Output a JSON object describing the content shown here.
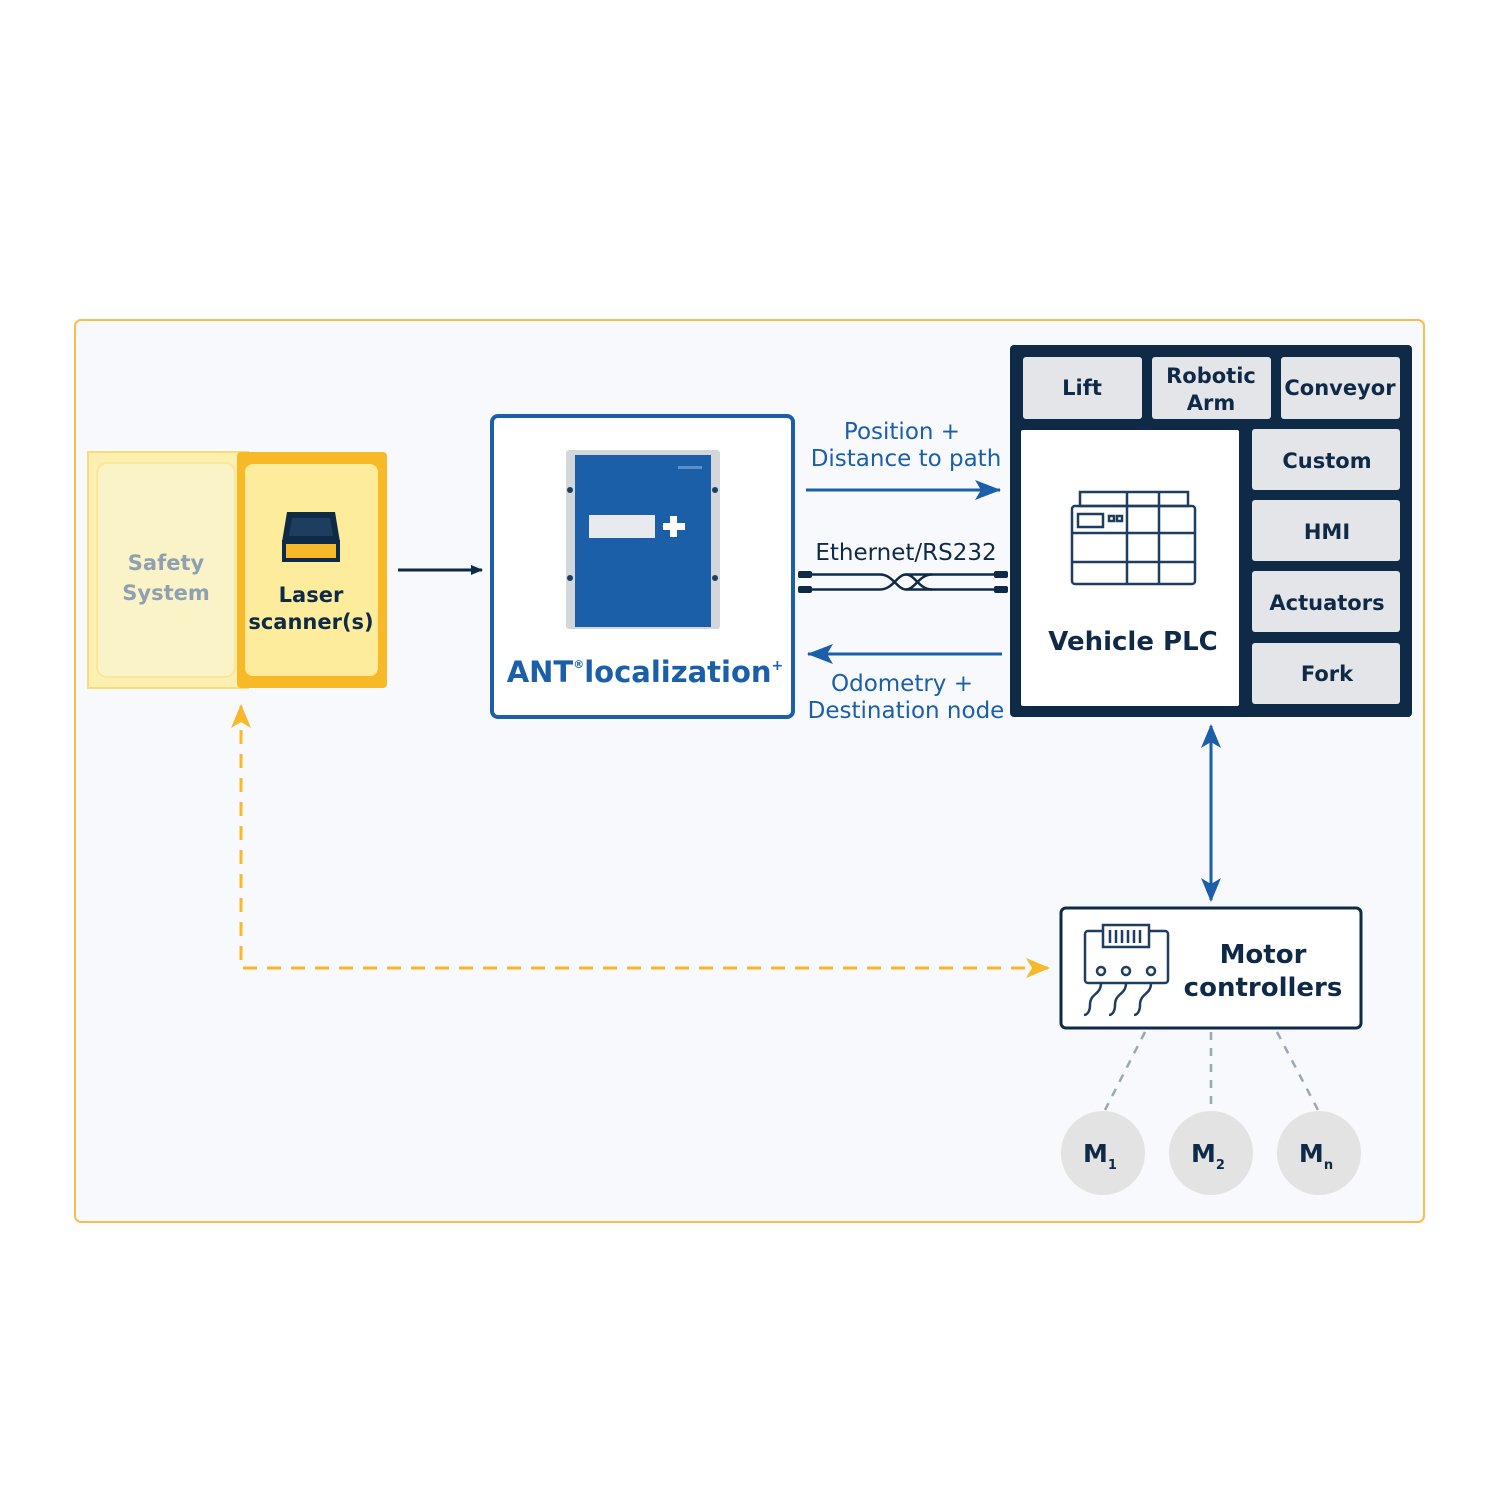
{
  "safety": {
    "line1": "Safety",
    "line2": "System"
  },
  "scanner": {
    "line1": "Laser",
    "line2": "scanner(s)"
  },
  "localization": {
    "main": "ANT",
    "reg": "®",
    "name": "localization",
    "plus": "+"
  },
  "links": {
    "to_plc_line1": "Position +",
    "to_plc_line2": "Distance to path",
    "cable": "Ethernet/RS232",
    "from_plc_line1": "Odometry +",
    "from_plc_line2": "Destination node"
  },
  "plc": {
    "title": "Vehicle PLC",
    "top_modules": [
      "Lift",
      "Robotic",
      "Arm",
      "Conveyor"
    ],
    "side_modules": [
      "Custom",
      "HMI",
      "Actuators",
      "Fork"
    ]
  },
  "motor": {
    "line1": "Motor",
    "line2": "controllers"
  },
  "motors": [
    {
      "letter": "M",
      "sub": "1"
    },
    {
      "letter": "M",
      "sub": "2"
    },
    {
      "letter": "M",
      "sub": "n"
    }
  ],
  "colors": {
    "navy": "#0f2a47",
    "blue": "#1a5fa8",
    "yellow": "#f7b927",
    "panel": "#f7f9fc",
    "module": "#e3e5e9",
    "motor_circle": "#e3e3e3"
  }
}
